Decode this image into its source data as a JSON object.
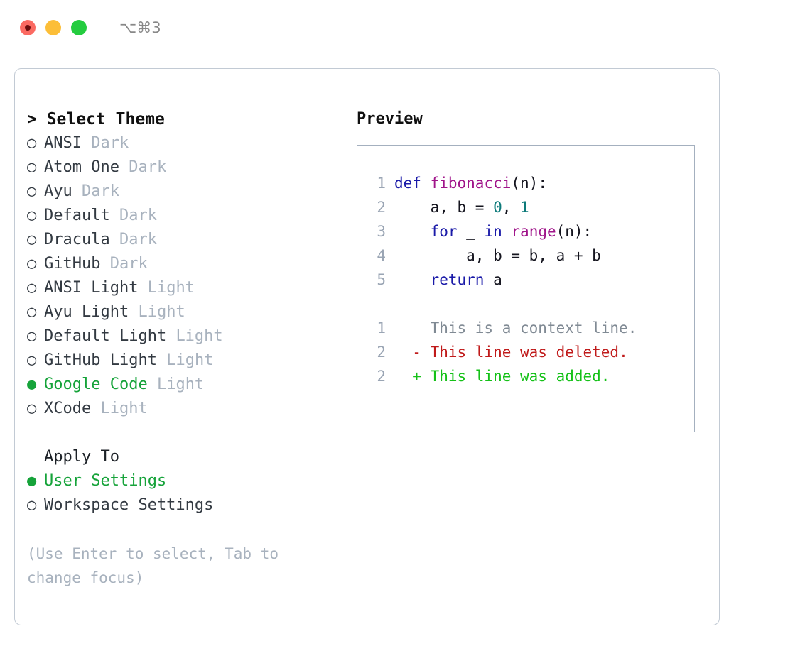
{
  "titlebar": {
    "shortcut": "⌥⌘3",
    "buttons": {
      "close": "close",
      "minimize": "minimize",
      "maximize": "maximize"
    }
  },
  "theme_selector": {
    "header": "> Select Theme",
    "bullet_selected": "●",
    "bullet_unselected": "○",
    "items": [
      {
        "label": "ANSI",
        "tag": "Dark",
        "selected": false
      },
      {
        "label": "Atom One",
        "tag": "Dark",
        "selected": false
      },
      {
        "label": "Ayu",
        "tag": "Dark",
        "selected": false
      },
      {
        "label": "Default",
        "tag": "Dark",
        "selected": false
      },
      {
        "label": "Dracula",
        "tag": "Dark",
        "selected": false
      },
      {
        "label": "GitHub",
        "tag": "Dark",
        "selected": false
      },
      {
        "label": "ANSI Light",
        "tag": "Light",
        "selected": false
      },
      {
        "label": "Ayu Light",
        "tag": "Light",
        "selected": false
      },
      {
        "label": "Default Light",
        "tag": "Light",
        "selected": false
      },
      {
        "label": "GitHub Light",
        "tag": "Light",
        "selected": false
      },
      {
        "label": "Google Code",
        "tag": "Light",
        "selected": true
      },
      {
        "label": "XCode",
        "tag": "Light",
        "selected": false
      }
    ]
  },
  "apply_to": {
    "header": "Apply To",
    "items": [
      {
        "label": "User Settings",
        "selected": true
      },
      {
        "label": "Workspace Settings",
        "selected": false
      }
    ]
  },
  "hint": "(Use Enter to select, Tab to change focus)",
  "preview": {
    "header": "Preview",
    "code_lines": [
      {
        "num": "1",
        "tokens": [
          {
            "t": "def",
            "c": "kw"
          },
          {
            "t": " ",
            "c": "pl"
          },
          {
            "t": "fibonacci",
            "c": "fn"
          },
          {
            "t": "(n):",
            "c": "pl"
          }
        ]
      },
      {
        "num": "2",
        "tokens": [
          {
            "t": "    a, b = ",
            "c": "pl"
          },
          {
            "t": "0",
            "c": "num"
          },
          {
            "t": ", ",
            "c": "pl"
          },
          {
            "t": "1",
            "c": "num"
          }
        ]
      },
      {
        "num": "3",
        "tokens": [
          {
            "t": "    ",
            "c": "pl"
          },
          {
            "t": "for",
            "c": "kw"
          },
          {
            "t": " _ ",
            "c": "pl"
          },
          {
            "t": "in",
            "c": "kw"
          },
          {
            "t": " ",
            "c": "pl"
          },
          {
            "t": "range",
            "c": "fn"
          },
          {
            "t": "(n):",
            "c": "pl"
          }
        ]
      },
      {
        "num": "4",
        "tokens": [
          {
            "t": "        a, b = b, a + b",
            "c": "pl"
          }
        ]
      },
      {
        "num": "5",
        "tokens": [
          {
            "t": "    ",
            "c": "pl"
          },
          {
            "t": "return",
            "c": "kw"
          },
          {
            "t": " a",
            "c": "pl"
          }
        ]
      }
    ],
    "diff_lines": [
      {
        "num": "1",
        "marker": " ",
        "text": "This is a context line.",
        "kind": "ctx"
      },
      {
        "num": "2",
        "marker": "-",
        "text": "This line was deleted.",
        "kind": "del"
      },
      {
        "num": "2",
        "marker": "+",
        "text": "This line was added.",
        "kind": "add"
      }
    ]
  },
  "colors": {
    "accent_green": "#16a33a",
    "tag_gray": "#a8b2be",
    "border": "#c2cad4",
    "panel_border": "#a4b0bf",
    "keyword": "#1a1aa8",
    "function": "#a0158a",
    "number": "#0d7a7a",
    "diff_context": "#808a94",
    "diff_deleted": "#c01a1a",
    "diff_added": "#15c118",
    "line_number": "#9aa5b4",
    "traffic_close": "#fb6a62",
    "traffic_min": "#fcbe38",
    "traffic_max": "#24cc3f"
  }
}
